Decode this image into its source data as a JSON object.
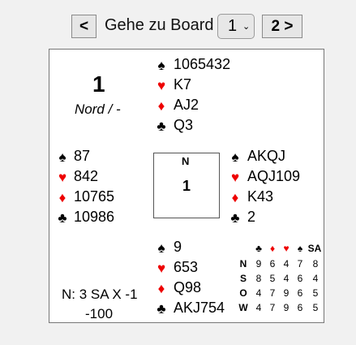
{
  "navigation": {
    "prev_label": "<",
    "goto_label": "Gehe zu Board",
    "board_select_value": "1",
    "next_label": "2 >"
  },
  "board": {
    "number": "1",
    "dealer_vulnerability": "Nord / -",
    "compass": {
      "label": "N",
      "number": "1"
    },
    "north": {
      "spades": "1065432",
      "hearts": "K7",
      "diamonds": "AJ2",
      "clubs": "Q3"
    },
    "west": {
      "spades": "87",
      "hearts": "842",
      "diamonds": "10765",
      "clubs": "10986"
    },
    "east": {
      "spades": "AKQJ",
      "hearts": "AQJ109",
      "diamonds": "K43",
      "clubs": "2"
    },
    "south": {
      "spades": "9",
      "hearts": "653",
      "diamonds": "Q98",
      "clubs": "AKJ754"
    },
    "contract": "N: 3 SA X -1",
    "score": "-100",
    "makeable_tricks": {
      "headers": [
        "♣",
        "♦",
        "♥",
        "♠",
        "SA"
      ],
      "rows": [
        {
          "seat": "N",
          "values": [
            "9",
            "6",
            "4",
            "7",
            "8"
          ]
        },
        {
          "seat": "S",
          "values": [
            "8",
            "5",
            "4",
            "6",
            "4"
          ]
        },
        {
          "seat": "O",
          "values": [
            "4",
            "7",
            "9",
            "6",
            "5"
          ]
        },
        {
          "seat": "W",
          "values": [
            "4",
            "7",
            "9",
            "6",
            "5"
          ]
        }
      ]
    }
  },
  "colors": {
    "red_suit": "#e00",
    "black_suit": "#000",
    "background": "#f1f1f1"
  },
  "icons": {
    "spade": "♠",
    "heart": "♥",
    "diamond": "♦",
    "club": "♣",
    "dropdown": "chevron-down-icon"
  }
}
